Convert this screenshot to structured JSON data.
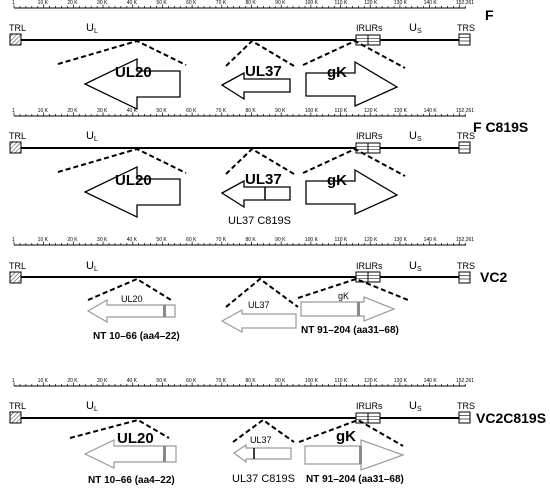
{
  "diagram": {
    "start_label": "1",
    "end_label": "152,261",
    "tick_labels": [
      "10 K",
      "20 K",
      "30 K",
      "40 K",
      "50 K",
      "60 K",
      "70 K",
      "80 K",
      "90 K",
      "100 K",
      "110 K",
      "120 K",
      "130 K",
      "140 K"
    ],
    "region_labels": {
      "trl": "TRL",
      "ul_main": "U",
      "ul_sub": "L",
      "irl": "IRL",
      "irs": "IRs",
      "us_main": "U",
      "us_sub": "S",
      "trs": "TRS"
    },
    "genes": {
      "ul20": "UL20",
      "ul37": "UL37",
      "gk": "gK"
    },
    "panels": [
      {
        "strain": "F",
        "mutation_label": "",
        "nt_left": "",
        "nt_right": ""
      },
      {
        "strain": "F C819S",
        "mutation_label": "UL37 C819S",
        "nt_left": "",
        "nt_right": ""
      },
      {
        "strain": "VC2",
        "mutation_label": "",
        "nt_left": "NT 10–66 (aa4–22)",
        "nt_right": "NT 91–204 (aa31–68)"
      },
      {
        "strain": "VC2C819S",
        "mutation_label": "UL37 C819S",
        "nt_left": "NT 10–66 (aa4–22)",
        "nt_right": "NT 91–204 (aa31–68)"
      }
    ],
    "colors": {
      "bold_outline": "#000000",
      "light_outline": "#9a9a9a",
      "mutation_bar": "#8a8a8a"
    }
  }
}
